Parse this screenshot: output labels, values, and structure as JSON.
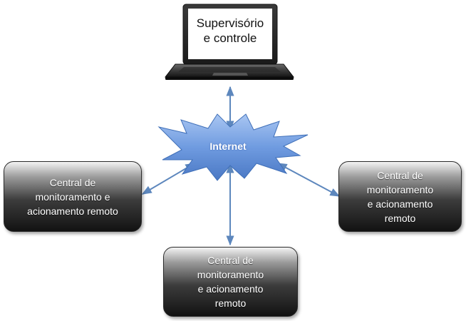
{
  "laptop": {
    "icon": "laptop-icon",
    "label_lines": [
      "Supervisório",
      "e controle"
    ]
  },
  "cloud": {
    "icon": "starburst-cloud-icon",
    "label": "Internet",
    "fill_color": "#6f9be0"
  },
  "nodes": {
    "left": {
      "lines": [
        "Central de",
        "monitoramento e",
        "acionamento remoto"
      ]
    },
    "right": {
      "lines": [
        "Central de",
        "monitoramento",
        "e acionamento",
        "remoto"
      ]
    },
    "bottom": {
      "lines": [
        "Central de",
        "monitoramento",
        "e acionamento",
        "remoto"
      ]
    }
  },
  "connectors": {
    "style": "bidirectional-arrow",
    "color": "#5d87bd"
  }
}
